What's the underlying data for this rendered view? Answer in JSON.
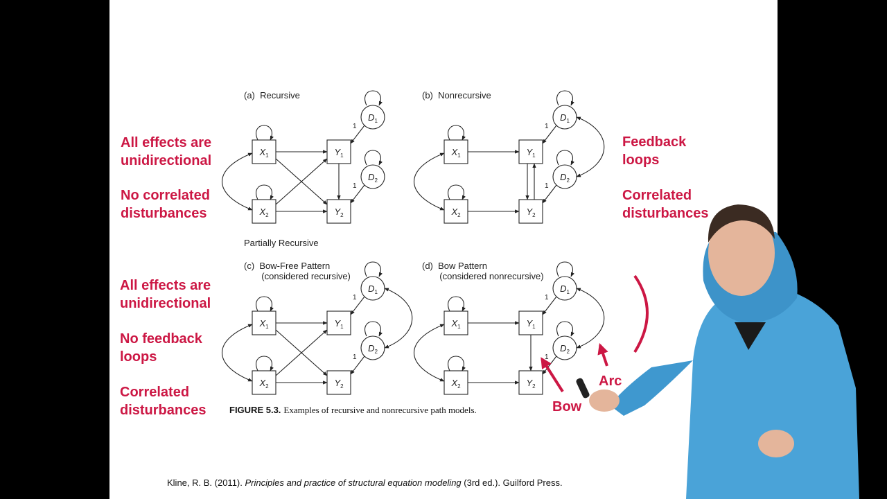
{
  "notes": {
    "recursive_1": "All effects are\nunidirectional",
    "recursive_2": "No correlated\ndisturbances",
    "nonrecursive_1": "Feedback\nloops",
    "nonrecursive_2": "Correlated\ndisturbances",
    "partial_1": "All effects are\nunidirectional",
    "partial_2": "No feedback\nloops",
    "partial_3": "Correlated\ndisturbances",
    "arc_label": "Arc",
    "bow_label": "Bow"
  },
  "panels": {
    "a_title": "(a)  Recursive",
    "b_title": "(b)  Nonrecursive",
    "partial_title": "Partially Recursive",
    "c_title": "(c)  Bow-Free Pattern\n       (considered recursive)",
    "d_title": "(d)  Bow Pattern\n       (considered nonrecursive)"
  },
  "nodes": {
    "X1": "X",
    "X2": "X",
    "Y1": "Y",
    "Y2": "Y",
    "D1": "D",
    "D2": "D",
    "sub1": "1",
    "sub2": "2",
    "path_label": "1"
  },
  "caption": {
    "label": "FIGURE 5.3.",
    "text": "Examples of recursive and nonrecursive path models."
  },
  "citation": {
    "prefix": "Kline, R. B. (2011). ",
    "title": "Principles and practice of structural equation modeling",
    "suffix": " (3rd ed.). Guilford Press."
  },
  "colors": {
    "accent_red": "#cc1744",
    "presenter_jacket": "#4aa3d8"
  }
}
